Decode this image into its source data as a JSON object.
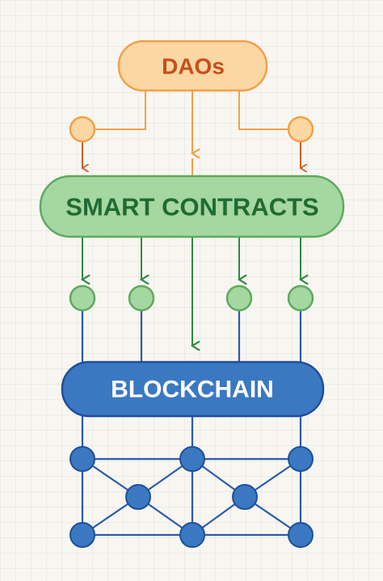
{
  "labels": {
    "daos": "DAOs",
    "smart_contracts": "SMART CONTRACTS",
    "blockchain": "BLOCKCHAIN"
  },
  "colors": {
    "orange_fill": "#fbd7a4",
    "orange_stroke": "#f2a047",
    "orange_text": "#c4501c",
    "orange_arrow": "#cf5a26",
    "green_fill": "#a5d7a0",
    "green_stroke": "#5fa95f",
    "green_text": "#1f6b33",
    "green_arrow": "#2f8a3f",
    "blue_fill": "#3a78c2",
    "blue_stroke": "#1f4f99",
    "blue_text": "#ffffff",
    "blue_line": "#2a5bab"
  }
}
